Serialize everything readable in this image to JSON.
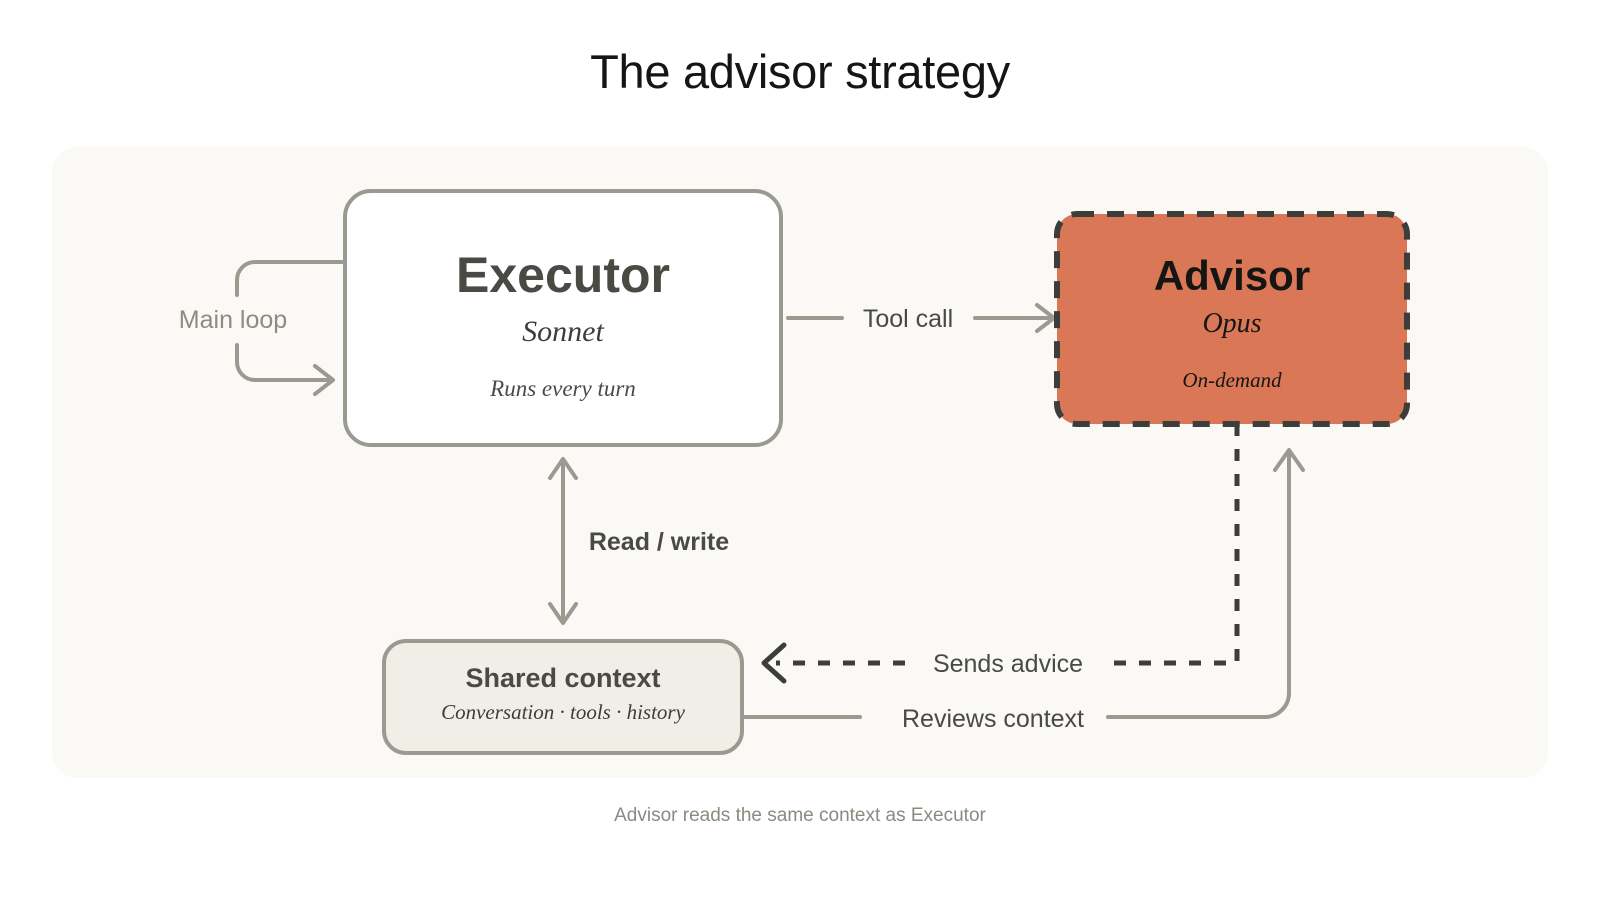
{
  "title": "The advisor strategy",
  "caption": "Advisor reads the same context as Executor",
  "colors": {
    "page_background": "#ffffff",
    "panel_background": "#faf9f5",
    "advisor_fill": "#da7756",
    "advisor_border": "#3d3d3a",
    "node_border": "#9a9a90",
    "shared_fill": "#f0eee6",
    "edge": "#9a9a90",
    "dashed_edge": "#3d3d3a",
    "title_text": "#151513",
    "caption_text": "#8a8a80"
  },
  "nodes": {
    "executor": {
      "title": "Executor",
      "subtitle": "Sonnet",
      "note": "Runs every turn"
    },
    "advisor": {
      "title": "Advisor",
      "subtitle": "Opus",
      "note": "On-demand"
    },
    "shared_context": {
      "title": "Shared context",
      "subtitle": "Conversation · tools · history"
    }
  },
  "edges": {
    "main_loop": "Main loop",
    "tool_call": "Tool call",
    "read_write": "Read / write",
    "sends_advice": "Sends advice",
    "reviews_context": "Reviews context"
  }
}
